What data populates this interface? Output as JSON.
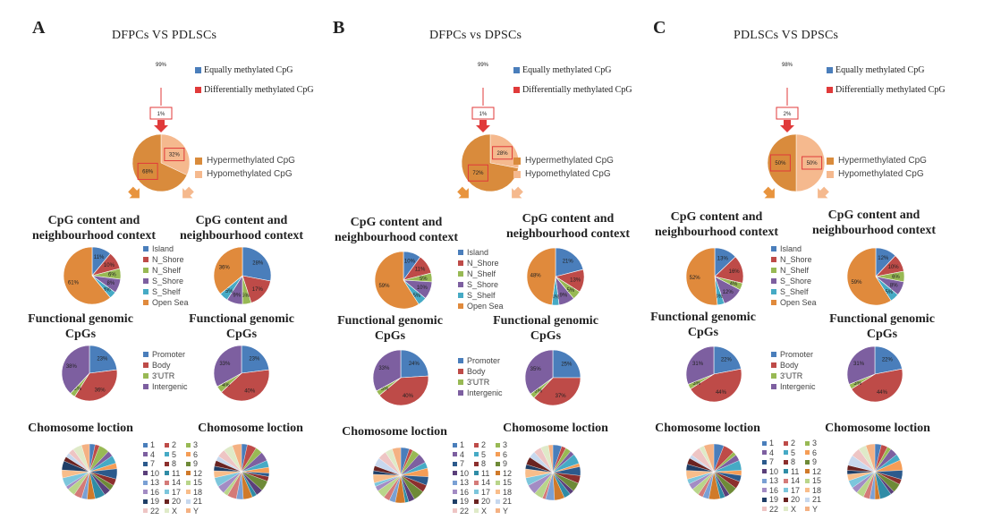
{
  "colors": {
    "blue": "#4a7ebb",
    "red": "#be4b48",
    "green": "#98b954",
    "purple": "#7d5fa0",
    "teal": "#46aac5",
    "orange": "#e08a3c",
    "hyper": "#d98b3c",
    "hypo": "#f5b98e",
    "box": "#e03a3a"
  },
  "panels": [
    {
      "label": "A",
      "title": "DFPCs VS PDLSCs",
      "methylation": {
        "equal_pct": "99%",
        "diff_pct": "1%",
        "equal_label": "Equally methylated CpG",
        "diff_label": "Differentially methylated CpG"
      },
      "hyper_hypo": {
        "hyper_pct": "68%",
        "hypo_pct": "32%",
        "hyper": 68,
        "hypo": 32,
        "hyper_label": "Hypermethylated CpG",
        "hypo_label": "Hypomethylated CpG"
      },
      "cpg_title_1": "CpG content and",
      "cpg_title_2": "neighbourhood context",
      "func_title_1": "Functional genomic",
      "func_title_2": "CpGs",
      "chr_title": "Chomosome loction"
    },
    {
      "label": "B",
      "title": "DFPCs vs DPSCs",
      "methylation": {
        "equal_pct": "99%",
        "diff_pct": "1%",
        "equal_label": "Equally methylated CpG",
        "diff_label": "Differentially methylated CpG"
      },
      "hyper_hypo": {
        "hyper_pct": "72%",
        "hypo_pct": "28%",
        "hyper": 72,
        "hypo": 28,
        "hyper_label": "Hypermethylated CpG",
        "hypo_label": "Hypomethylated CpG"
      },
      "cpg_title_1": "CpG content and",
      "cpg_title_2": "neighbourhood context",
      "func_title_1": "Functional genomic",
      "func_title_2": "CpGs",
      "chr_title": "Chomosome loction"
    },
    {
      "label": "C",
      "title": "PDLSCs VS DPSCs",
      "methylation": {
        "equal_pct": "98%",
        "diff_pct": "2%",
        "equal_label": "Equally methylated CpG",
        "diff_label": "Differentially methylated CpG"
      },
      "hyper_hypo": {
        "hyper_pct": "50%",
        "hypo_pct": "50%",
        "hyper": 50,
        "hypo": 50,
        "hyper_label": "Hypermethylated CpG",
        "hypo_label": "Hypomethylated CpG"
      },
      "cpg_title_1": "CpG content and",
      "cpg_title_2": "neighbourhood context",
      "func_title_1": "Functional genomic",
      "func_title_2": "CpGs",
      "chr_title": "Chomosome loction"
    }
  ],
  "cpg_legend": [
    "Island",
    "N_Shore",
    "N_Shelf",
    "S_Shore",
    "S_Shelf",
    "Open Sea"
  ],
  "func_legend": [
    "Promoter",
    "Body",
    "3'UTR",
    "Intergenic"
  ],
  "chr_legend": [
    "1",
    "2",
    "3",
    "4",
    "5",
    "6",
    "7",
    "8",
    "9",
    "10",
    "11",
    "12",
    "13",
    "14",
    "15",
    "16",
    "17",
    "18",
    "19",
    "20",
    "21",
    "22",
    "X",
    "Y"
  ],
  "chart_data": [
    {
      "type": "pie",
      "panel": "A",
      "name": "methylation",
      "values": [
        99,
        1
      ]
    },
    {
      "type": "pie",
      "panel": "A",
      "name": "hyper_hypo",
      "values": [
        68,
        32
      ]
    },
    {
      "type": "pie",
      "panel": "A",
      "name": "cpg_context_hyper",
      "categories": [
        "Island",
        "N_Shore",
        "N_Shelf",
        "S_Shore",
        "S_Shelf",
        "Open Sea"
      ],
      "values": [
        11,
        10,
        6,
        8,
        4,
        61
      ]
    },
    {
      "type": "pie",
      "panel": "A",
      "name": "cpg_context_hypo",
      "categories": [
        "Island",
        "N_Shore",
        "N_Shelf",
        "S_Shore",
        "S_Shelf",
        "Open Sea"
      ],
      "values": [
        28,
        17,
        5,
        9,
        5,
        36
      ]
    },
    {
      "type": "pie",
      "panel": "A",
      "name": "functional_hyper",
      "categories": [
        "Promoter",
        "Body",
        "3'UTR",
        "Intergenic"
      ],
      "values": [
        23,
        36,
        3,
        38
      ]
    },
    {
      "type": "pie",
      "panel": "A",
      "name": "functional_hypo",
      "categories": [
        "Promoter",
        "Body",
        "3'UTR",
        "Intergenic"
      ],
      "values": [
        23,
        40,
        4,
        33
      ]
    },
    {
      "type": "pie",
      "panel": "B",
      "name": "methylation",
      "values": [
        99,
        1
      ]
    },
    {
      "type": "pie",
      "panel": "B",
      "name": "hyper_hypo",
      "values": [
        72,
        28
      ]
    },
    {
      "type": "pie",
      "panel": "B",
      "name": "cpg_context_hyper",
      "categories": [
        "Island",
        "N_Shore",
        "N_Shelf",
        "S_Shore",
        "S_Shelf",
        "Open Sea"
      ],
      "values": [
        10,
        11,
        5,
        10,
        5,
        59
      ]
    },
    {
      "type": "pie",
      "panel": "B",
      "name": "cpg_context_hypo",
      "categories": [
        "Island",
        "N_Shore",
        "N_Shelf",
        "S_Shore",
        "S_Shelf",
        "Open Sea"
      ],
      "values": [
        21,
        13,
        5,
        9,
        4,
        48
      ]
    },
    {
      "type": "pie",
      "panel": "B",
      "name": "functional_hyper",
      "categories": [
        "Promoter",
        "Body",
        "3'UTR",
        "Intergenic"
      ],
      "values": [
        24,
        40,
        3,
        33
      ]
    },
    {
      "type": "pie",
      "panel": "B",
      "name": "functional_hypo",
      "categories": [
        "Promoter",
        "Body",
        "3'UTR",
        "Intergenic"
      ],
      "values": [
        25,
        37,
        3,
        35
      ]
    },
    {
      "type": "pie",
      "panel": "C",
      "name": "methylation",
      "values": [
        98,
        2
      ]
    },
    {
      "type": "pie",
      "panel": "C",
      "name": "hyper_hypo",
      "values": [
        50,
        50
      ]
    },
    {
      "type": "pie",
      "panel": "C",
      "name": "cpg_context_hyper",
      "categories": [
        "Island",
        "N_Shore",
        "N_Shelf",
        "S_Shore",
        "S_Shelf",
        "Open Sea"
      ],
      "values": [
        13,
        16,
        4,
        12,
        4,
        52
      ]
    },
    {
      "type": "pie",
      "panel": "C",
      "name": "cpg_context_hypo",
      "categories": [
        "Island",
        "N_Shore",
        "N_Shelf",
        "S_Shore",
        "S_Shelf",
        "Open Sea"
      ],
      "values": [
        12,
        10,
        6,
        8,
        5,
        59
      ]
    },
    {
      "type": "pie",
      "panel": "C",
      "name": "functional_hyper",
      "categories": [
        "Promoter",
        "Body",
        "3'UTR",
        "Intergenic"
      ],
      "values": [
        22,
        44,
        3,
        31
      ]
    },
    {
      "type": "pie",
      "panel": "C",
      "name": "functional_hypo",
      "categories": [
        "Promoter",
        "Body",
        "3'UTR",
        "Intergenic"
      ],
      "values": [
        22,
        44,
        3,
        31
      ]
    }
  ]
}
